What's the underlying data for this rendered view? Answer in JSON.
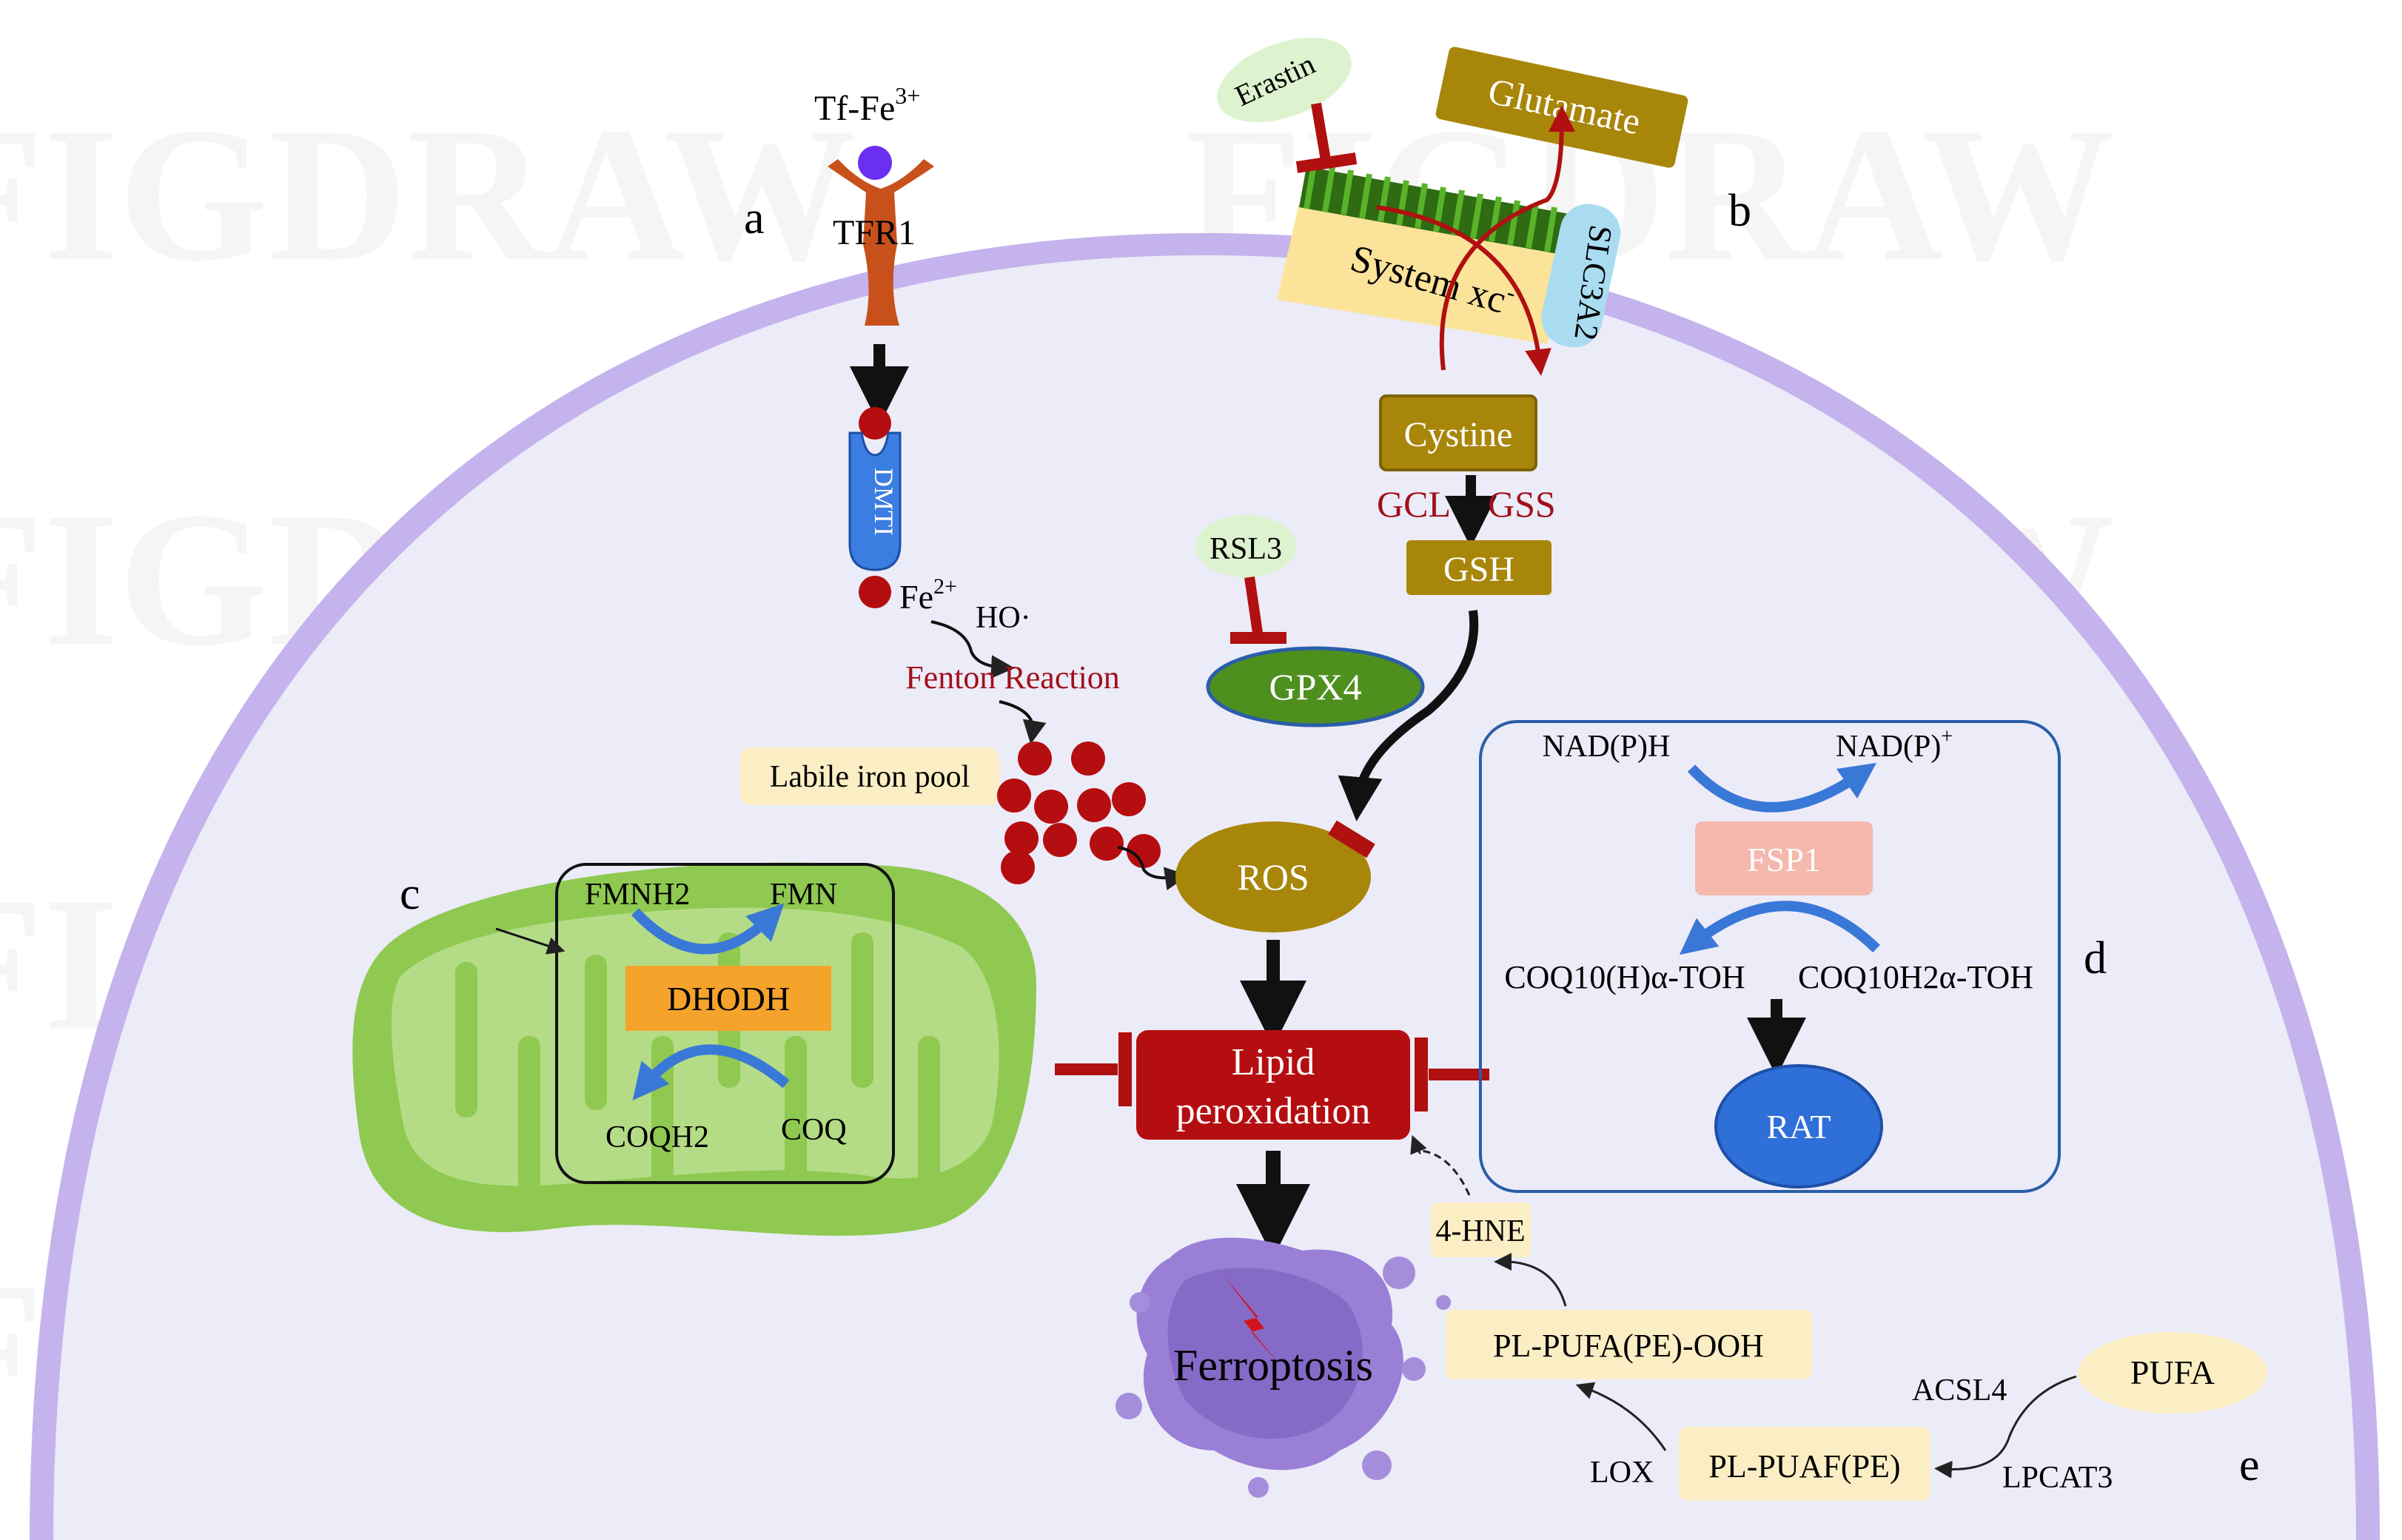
{
  "panel_labels": {
    "a": "a",
    "b": "b",
    "c": "c",
    "d": "d",
    "e": "e"
  },
  "iron_uptake": {
    "tf_fe_base": "Tf-Fe",
    "tf_fe_sup": "3+",
    "receptor": "TFR1",
    "transporter": "DMTI",
    "fe2_base": "Fe",
    "fe2_sup": "2+",
    "hydroxyl": "HO·",
    "fenton": "Fenton Reaction",
    "labile_pool": "Labile iron pool"
  },
  "system_xc": {
    "erastin": "Erastin",
    "glutamate": "Glutamate",
    "system_label": "System xc",
    "system_sup": "-",
    "slc": "SLC3A2",
    "cystine": "Cystine",
    "gcl": "GCL",
    "gss": "GSS",
    "gsh": "GSH"
  },
  "gpx4_axis": {
    "rsl3": "RSL3",
    "gpx4": "GPX4",
    "ros": "ROS"
  },
  "mitochondria": {
    "fmnh2": "FMNH2",
    "fmn": "FMN",
    "dhodh": "DHODH",
    "coqh2": "COQH2",
    "coq": "COQ"
  },
  "center": {
    "lipid_line1": "Lipid",
    "lipid_line2": "peroxidation",
    "ferroptosis": "Ferroptosis"
  },
  "fsp1_axis": {
    "nadph": "NAD(P)H",
    "nadp_base": "NAD(P)",
    "nadp_sup": "+",
    "fsp1": "FSP1",
    "coq10_left": "COQ10(H)α-TOH",
    "coq10_right": "COQ10H2α-TOH",
    "rat": "RAT"
  },
  "pufa_pathway": {
    "hne": "4-HNE",
    "ooh": "PL-PUFA(PE)-OOH",
    "puaf": "PL-PUAF(PE)",
    "lox": "LOX",
    "acsl4": "ACSL4",
    "lpcat3": "LPCAT3",
    "pufa": "PUFA"
  },
  "watermark": "FIGDRAW",
  "colors": {
    "membrane": "#c4b3ec",
    "cytoplasm": "#ecebf8",
    "inhibitor_red": "#b01010",
    "olive": "#a8860a",
    "gpx4_green": "#4f8f1e",
    "lipid_red": "#b50e10",
    "fsp1_pink": "#f4b8ac",
    "rat_blue": "#2e6fd8",
    "dhodh_orange": "#f6a32b",
    "label_beige": "#fbeec4",
    "light_green": "#ddf3cf",
    "mito_green": "#8fc951"
  }
}
